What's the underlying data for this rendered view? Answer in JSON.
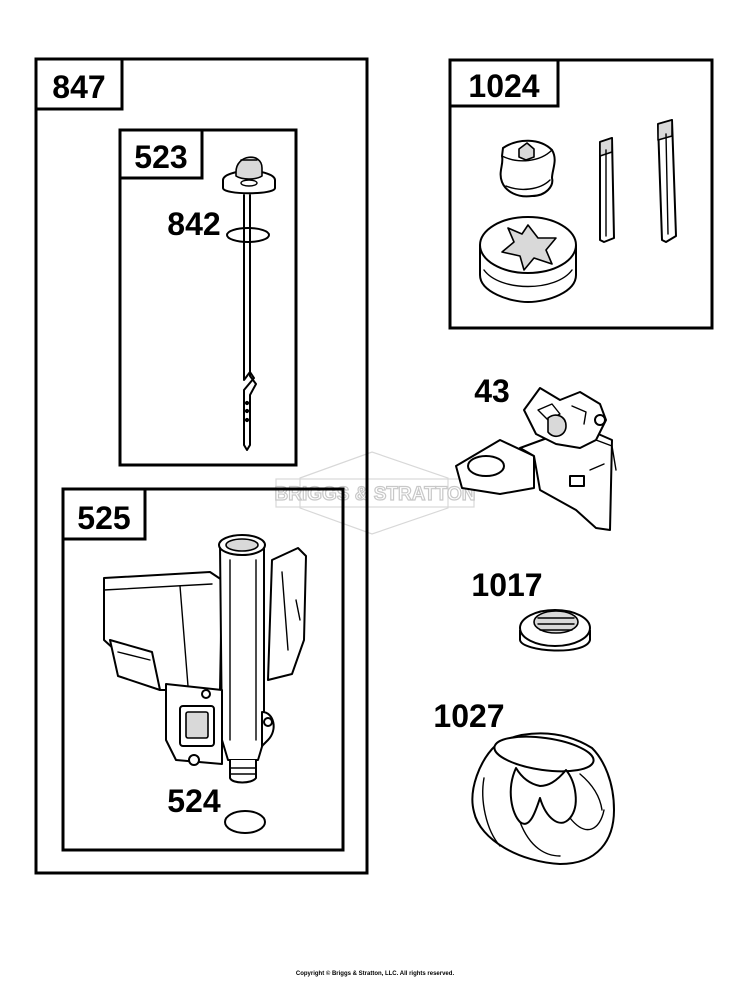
{
  "callouts": {
    "c847": "847",
    "c523": "523",
    "c842": "842",
    "c525": "525",
    "c524": "524",
    "c1024": "1024",
    "c43": "43",
    "c1017": "1017",
    "c1027": "1027"
  },
  "watermark": "BRIGGS & STRATTON",
  "copyright": "Copyright © Briggs & Stratton, LLC. All rights reserved.",
  "colors": {
    "ink": "#000000",
    "paper": "#ffffff",
    "watermark": "#c8c8c8"
  }
}
